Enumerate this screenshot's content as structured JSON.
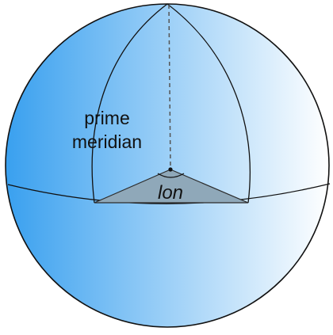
{
  "diagram": {
    "labels": {
      "prime_line1": "prime",
      "prime_line2": "meridian",
      "lon": "lon"
    },
    "colors": {
      "globe_left": "#39a0ef",
      "globe_right": "#ffffff",
      "outline": "#111111",
      "wedge_fill": "#8fa8b9",
      "wedge_stroke": "#2c2c2c",
      "axis_dash": "#555555"
    }
  }
}
